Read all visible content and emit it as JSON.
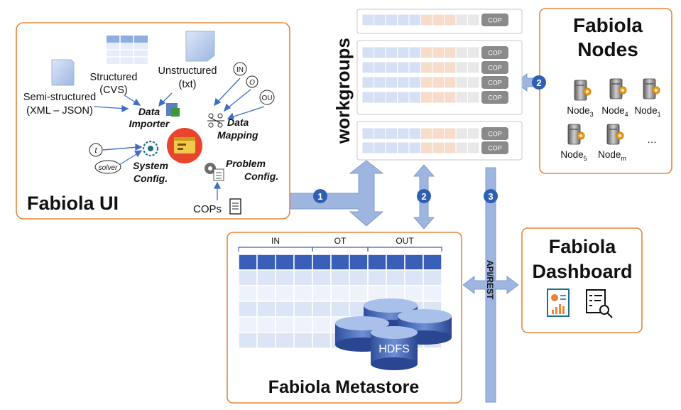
{
  "ui_panel": {
    "title": "Fabiola UI",
    "sources": {
      "semi_line1": "Semi-structured",
      "semi_line2": "(XML – JSON)",
      "struct_line1": "Structured",
      "struct_line2": "(CVS)",
      "unstruct_line1": "Unstructured",
      "unstruct_line2": "(txt)"
    },
    "data_importer_line1": "Data",
    "data_importer_line2": "Importer",
    "data_mapping_line1": "Data",
    "data_mapping_line2": "Mapping",
    "system_config_line1": "System",
    "system_config_line2": "Config.",
    "problem_config_line1": "Problem",
    "problem_config_line2": "Config.",
    "cops_label": "COPs",
    "mapping_inputs": [
      "IN",
      "O",
      "OU"
    ],
    "config_inputs": [
      "t",
      "solver"
    ]
  },
  "workgroups": {
    "label": "workgroups",
    "cop_label": "COP"
  },
  "nodes_panel": {
    "title_line1": "Fabiola",
    "title_line2": "Nodes",
    "nodes": [
      {
        "base": "Node",
        "sub": "3"
      },
      {
        "base": "Node",
        "sub": "4"
      },
      {
        "base": "Node",
        "sub": "1"
      },
      {
        "base": "Node",
        "sub": "5"
      },
      {
        "base": "Node",
        "sub": "m"
      }
    ],
    "ellipsis": "…"
  },
  "metastore": {
    "title": "Fabiola Metastore",
    "columns": [
      "IN",
      "OT",
      "OUT"
    ],
    "storage_label": "HDFS"
  },
  "dashboard": {
    "title_line1": "Fabiola",
    "title_line2": "Dashboard"
  },
  "connectors": {
    "badges": [
      "1",
      "2",
      "2",
      "3"
    ],
    "api_label": "API/REST"
  },
  "colors": {
    "panel_border": "#e8853a",
    "arrow": "#9db5df",
    "badge": "#2f5fb3",
    "cop_button": "#8a8a8a",
    "blue_cell": "#d6e0f5",
    "orange_cell": "#f8dccb",
    "gray_cell": "#e8e8e8",
    "table_header": "#3a5fb8",
    "table_light": "#dce5f5",
    "ui_core": "#e8452c"
  }
}
